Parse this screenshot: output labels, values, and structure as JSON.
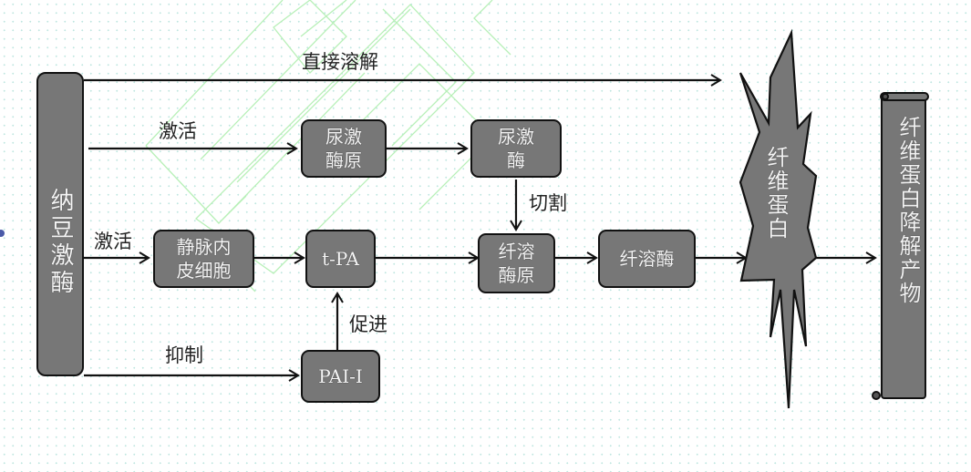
{
  "diagram": {
    "title": "纳豆激酶溶栓作用机制",
    "nodes": {
      "nattokinase": "纳豆激酶",
      "pro_urokinase": "尿激\n酶原",
      "urokinase": "尿激\n酶",
      "endothelial": "静脉内\n皮细胞",
      "tpa": "t-PA",
      "pai": "PAI-I",
      "plasminogen": "纤溶\n酶原",
      "plasmin": "纤溶酶",
      "fibrin": "纤维蛋白",
      "products": "纤维蛋白降解产物"
    },
    "edges": {
      "direct_dissolve": "直接溶解",
      "activate_top": "激活",
      "activate_mid": "激活",
      "cleave": "切割",
      "promote": "促进",
      "inhibit": "抑制"
    },
    "colors": {
      "node_fill": "#777777",
      "node_border": "#111111",
      "node_text": "#f5f5f5",
      "arrow": "#111111",
      "watermark": "#b8f0b8"
    }
  }
}
